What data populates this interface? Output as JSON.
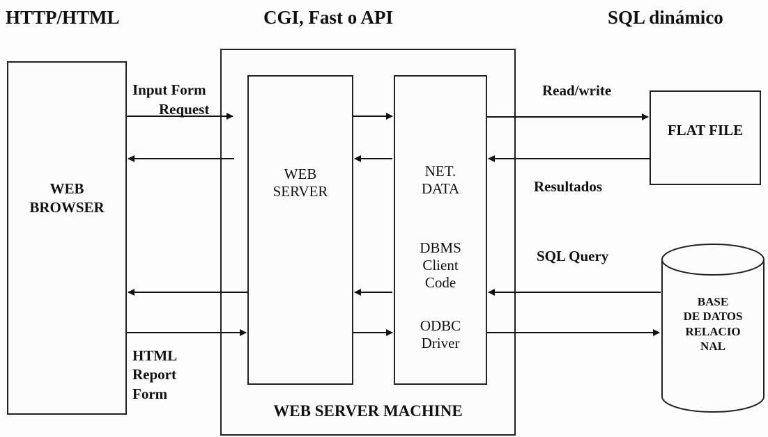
{
  "headers": {
    "left": "HTTP/HTML",
    "middle": "CGI, Fast o API",
    "right": "SQL dinámico"
  },
  "browser": {
    "line1": "WEB",
    "line2": "BROWSER"
  },
  "machine": {
    "label": "WEB SERVER MACHINE"
  },
  "web_server": {
    "line1": "WEB",
    "line2": "SERVER"
  },
  "netdata": {
    "line1": "NET.",
    "line2": "DATA",
    "line3": "DBMS",
    "line4": "Client",
    "line5": "Code",
    "line6": "ODBC",
    "line7": "Driver"
  },
  "flat_file": {
    "label": "FLAT FILE"
  },
  "database": {
    "line1": "BASE",
    "line2": "DE DATOS",
    "line3": "RELACIO",
    "line4": "NAL"
  },
  "edge_labels": {
    "input_form": "Input Form",
    "request": "Request",
    "read_write": "Read/write",
    "resultados": "Resultados",
    "sql_query": "SQL Query",
    "html": "HTML",
    "report": "Report",
    "form": "Form"
  }
}
